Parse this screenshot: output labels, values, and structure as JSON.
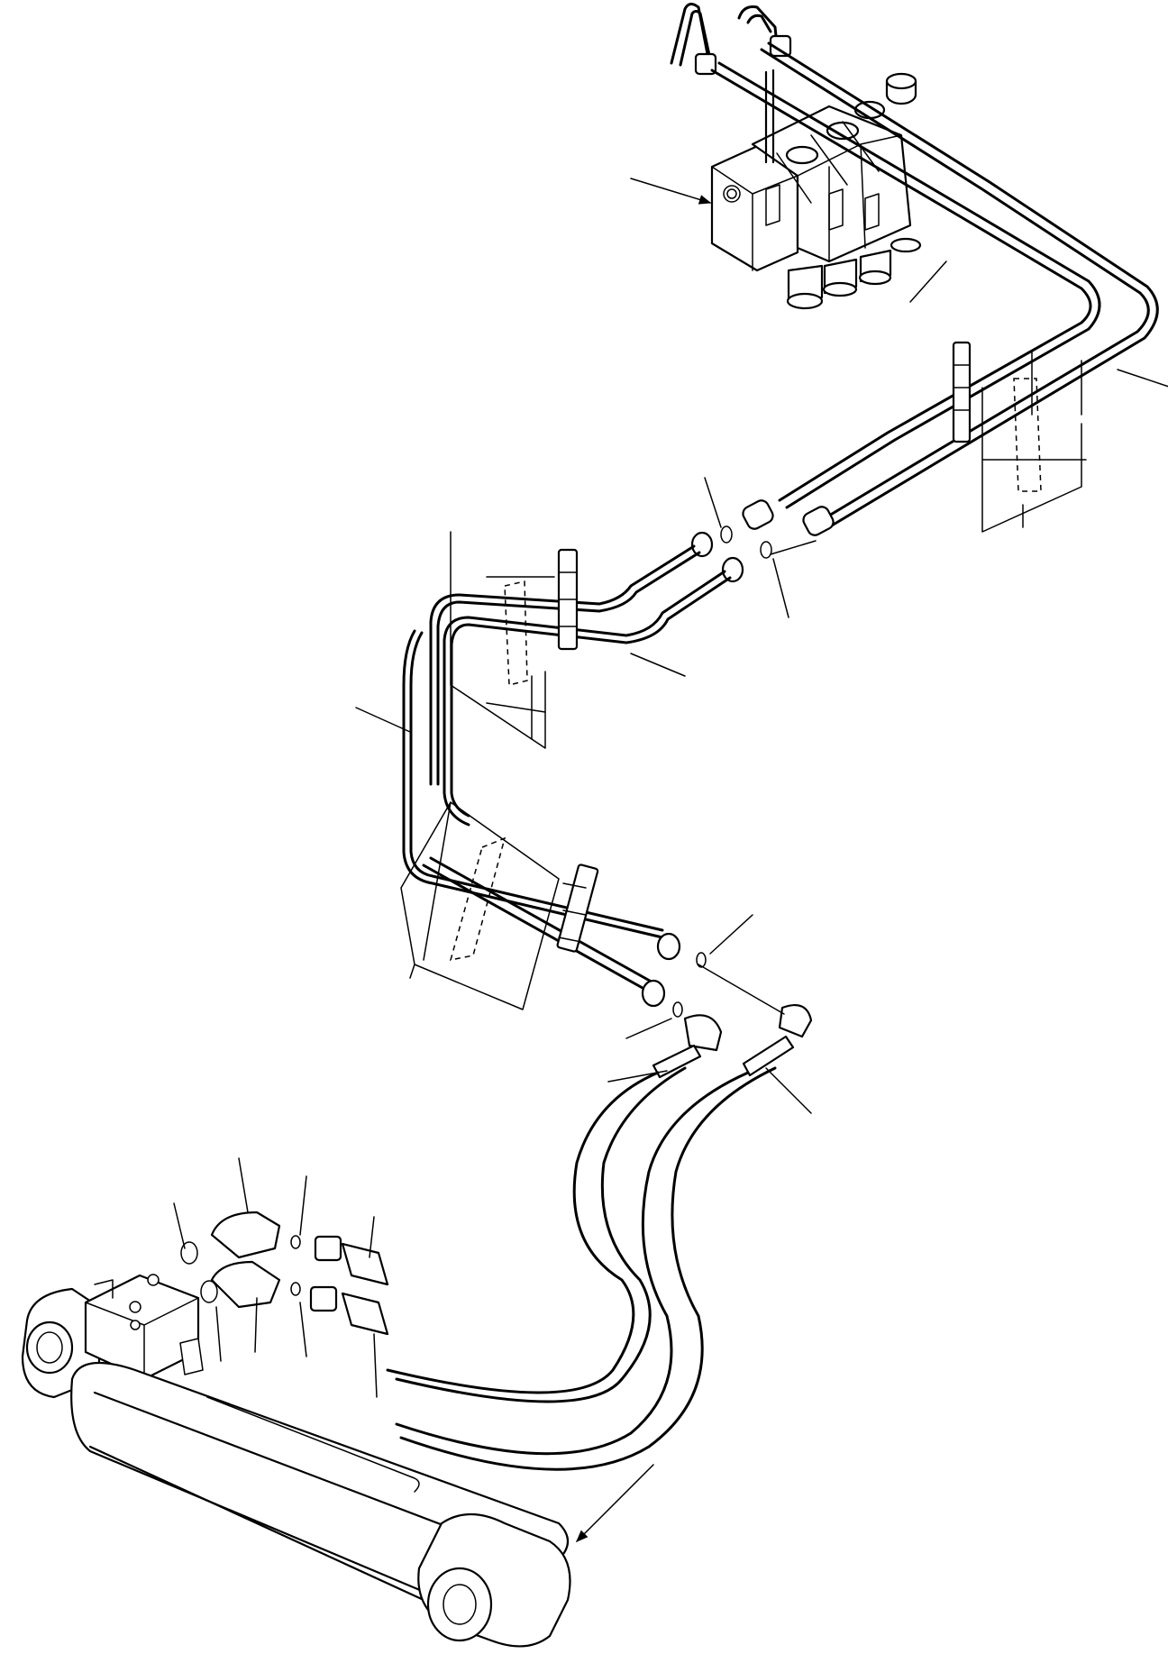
{
  "drawing": {
    "type": "exploded hydraulic piping diagram",
    "components": [
      "control-valve-block",
      "steel-pipe-pair-upper",
      "steel-pipe-pair-middle",
      "steel-pipe-pair-lower",
      "pipe-clamp",
      "o-ring",
      "elbow-fitting",
      "hydraulic-hose-pair",
      "hydraulic-cylinder",
      "cylinder-port-block"
    ],
    "callouts_have_text": false
  },
  "colors": {
    "line": "#000000",
    "background": "#ffffff"
  }
}
